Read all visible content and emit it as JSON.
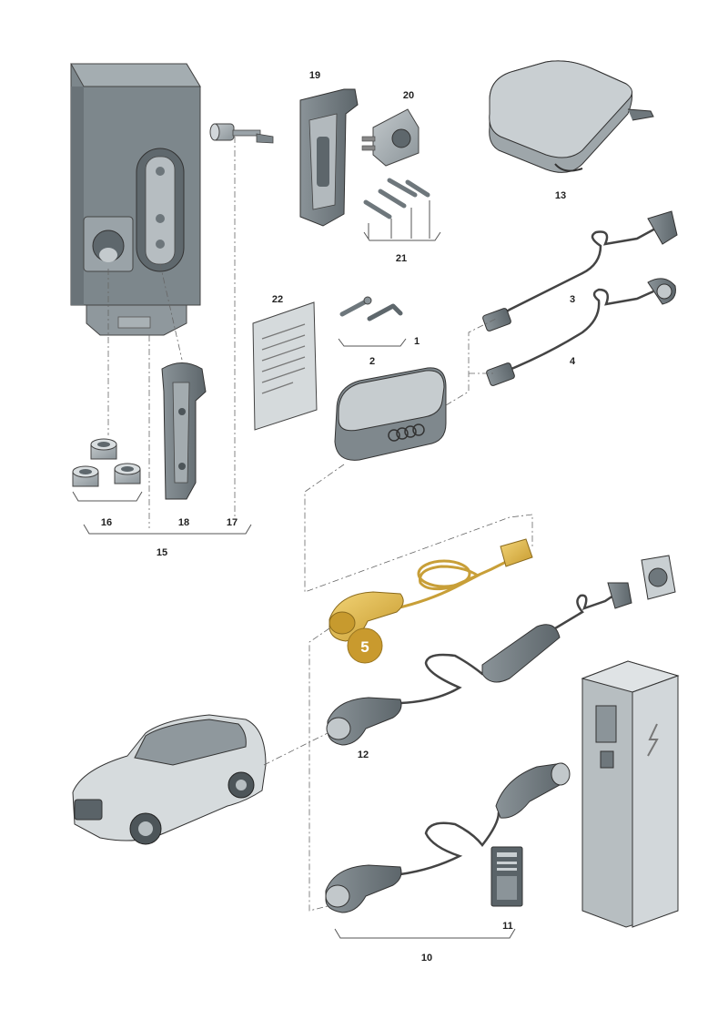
{
  "callouts": {
    "c1": "1",
    "c2": "2",
    "c3": "3",
    "c4": "4",
    "c5": "5",
    "c10": "10",
    "c11": "11",
    "c12": "12",
    "c13": "13",
    "c15": "15",
    "c16": "16",
    "c17": "17",
    "c18": "18",
    "c19": "19",
    "c20": "20",
    "c21": "21",
    "c22": "22"
  },
  "colors": {
    "highlight": "#d9b24a",
    "highlight_dark": "#b08a24",
    "part_fill": "#a9b0b4",
    "part_dark": "#6e777c",
    "line": "#555555"
  },
  "icons": {
    "wallbox": "wallbox-housing-icon",
    "car": "suv-car-icon",
    "charging_station": "charging-pillar-icon",
    "lightning": "lightning-bolt-icon"
  }
}
